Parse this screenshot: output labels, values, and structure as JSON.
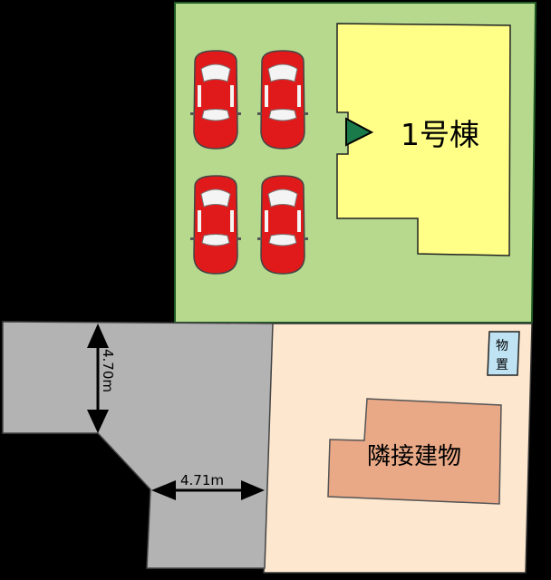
{
  "lots": {
    "target_lot": {
      "label": "1号棟"
    },
    "neighbor_lot": {
      "label": "隣接建物"
    },
    "storage": {
      "label_line1": "物",
      "label_line2": "置"
    }
  },
  "road": {
    "width_vertical": "4.70m",
    "width_horizontal": "4.71m"
  },
  "parking": {
    "car_count": 4
  },
  "colors": {
    "lot_green": "#b6d98e",
    "building_yellow": "#ffff88",
    "neighbor_lot": "#fde7cf",
    "neighbor_building": "#e9a886",
    "road_gray": "#b3b3b3",
    "car_red": "#e01a1a",
    "entrance_marker": "#1a7a4a",
    "storage_blue": "#bfe3f3"
  }
}
